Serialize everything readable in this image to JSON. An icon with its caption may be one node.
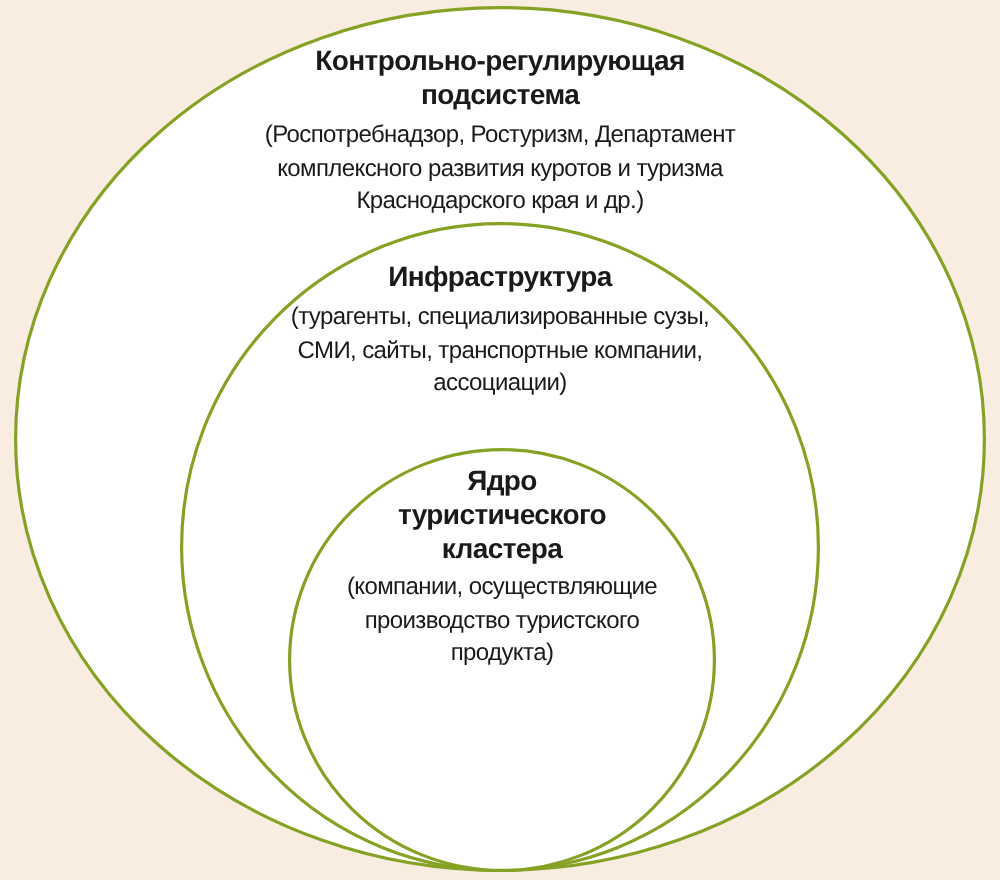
{
  "diagram": {
    "nodes": [
      {
        "text": [
          "Контрольно-регулирующая подсистема",
          "(Роспотребнадзор, Ростуризм, Департамент комплексного развития куротов и туризма Краснодарского края и др.)"
        ]
      },
      {
        "text": [
          "Инфраструктура",
          "(турагенты, специализированные сузы, СМИ, сайты, транспортные компании, ассоциации)"
        ],
        "in": 0
      },
      {
        "text": [
          "Ядро туристического кластера",
          "(компании, осуществляющие производство туристского продукта)"
        ],
        "in": 1
      }
    ]
  }
}
